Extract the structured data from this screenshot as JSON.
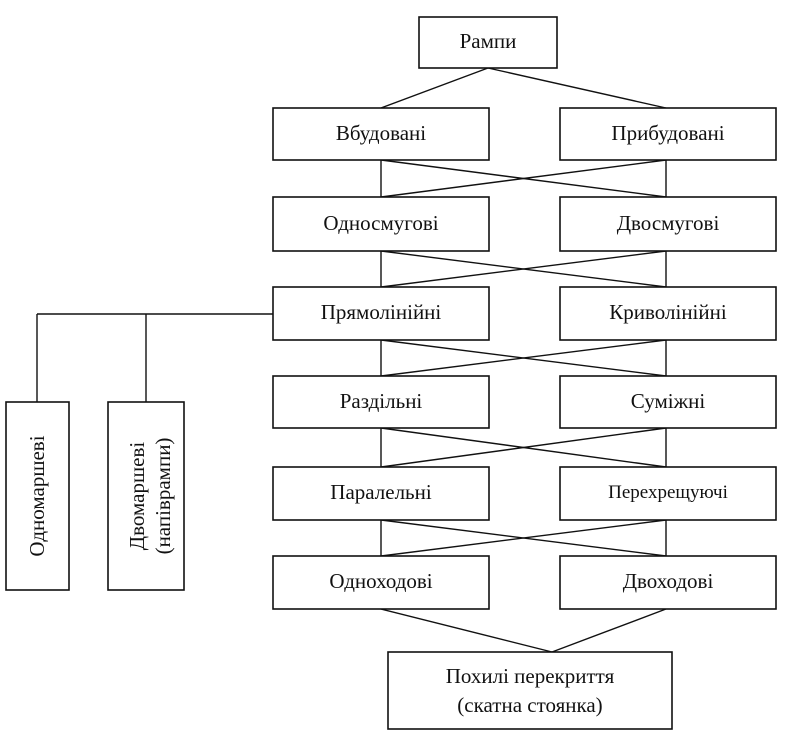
{
  "root": "Рампи",
  "levels": [
    {
      "left": "Вбудовані",
      "right": "Прибудовані"
    },
    {
      "left": "Односмугові",
      "right": "Двосмугові"
    },
    {
      "left": "Прямолінійні",
      "right": "Криволінійні"
    },
    {
      "left": "Раздільні",
      "right": "Суміжні"
    },
    {
      "left": "Паралельні",
      "right": "Перехрещуючі"
    },
    {
      "left": "Одноходові",
      "right": "Двоходові"
    }
  ],
  "side_branches": {
    "single": "Одномаршеві",
    "double_line1": "Двомаршеві",
    "double_line2": "(напіврампи)"
  },
  "bottom": {
    "line1": "Похилі перекриття",
    "line2": "(скатна стоянка)"
  }
}
